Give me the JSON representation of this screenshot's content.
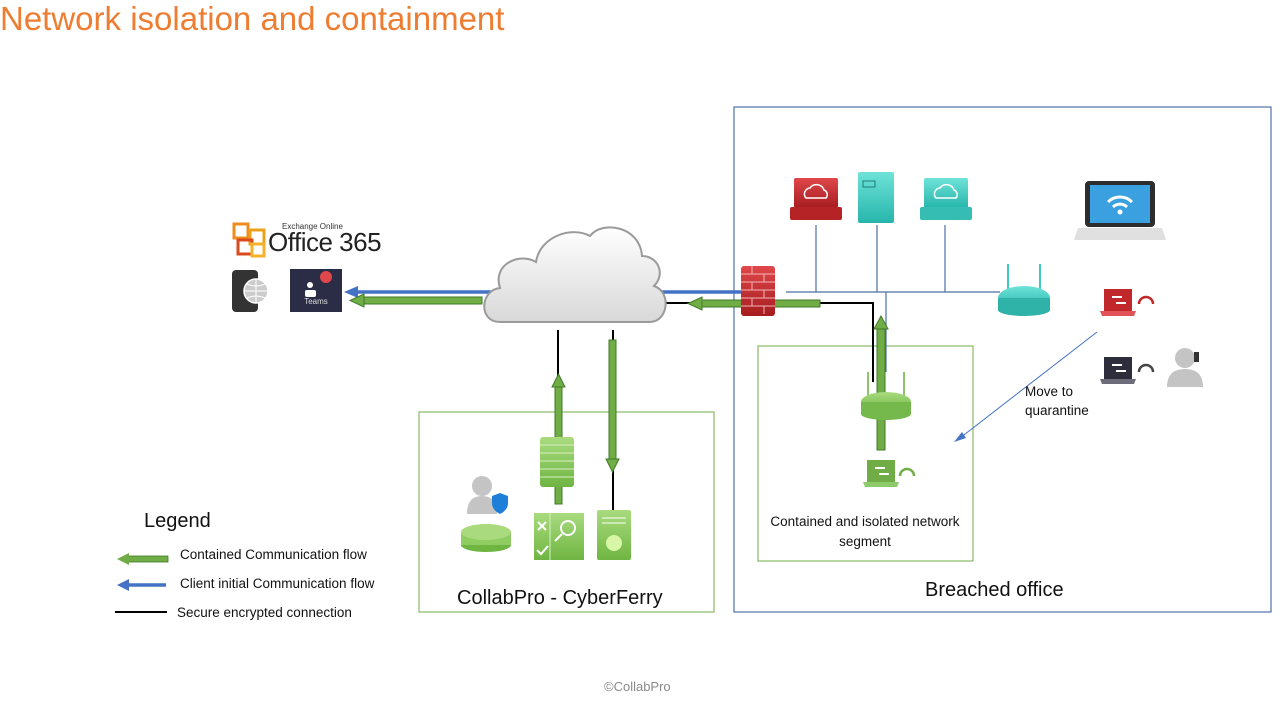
{
  "title": "Network isolation and containment",
  "colors": {
    "title": "#ed7d31",
    "contained_flow": "#70ad47",
    "client_flow": "#4472c4",
    "secure_line": "#000000",
    "breached_box": "#2e5597",
    "segment_box": "#70ad47",
    "danger_red": "#c0282c",
    "teal": "#3cc9c0"
  },
  "cloud_services": {
    "exchange_label": "Exchange Online",
    "office_label": "Office 365",
    "teams_label": "Teams",
    "icons": [
      "office365-logo-icon",
      "mobile-web-icon",
      "teams-icon"
    ]
  },
  "internet": {
    "icon": "cloud-icon"
  },
  "collabpro": {
    "label": "CollabPro - CyberFerry",
    "icons": [
      "user-shield-icon",
      "database-icon",
      "firewall-icon",
      "security-inspection-icon",
      "switch-icon"
    ]
  },
  "breached_office": {
    "label": "Breached office",
    "devices": [
      "infected-workstation-icon",
      "server-icon",
      "workstation-icon",
      "wireless-router-icon",
      "wifi-laptop-icon",
      "infected-laptop-headset-icon",
      "laptop-headset-icon",
      "support-agent-icon",
      "firewall-icon"
    ],
    "segment_label": "Contained and isolated network segment",
    "move_label": "Move to quarantine"
  },
  "legend": {
    "title": "Legend",
    "items": [
      {
        "label": "Contained Communication  flow",
        "type": "green-arrow"
      },
      {
        "label": "Client initial Communication  flow",
        "type": "blue-arrow"
      },
      {
        "label": "Secure encrypted  connection",
        "type": "black-line"
      }
    ]
  },
  "footer": {
    "copyright": "©CollabPro"
  }
}
